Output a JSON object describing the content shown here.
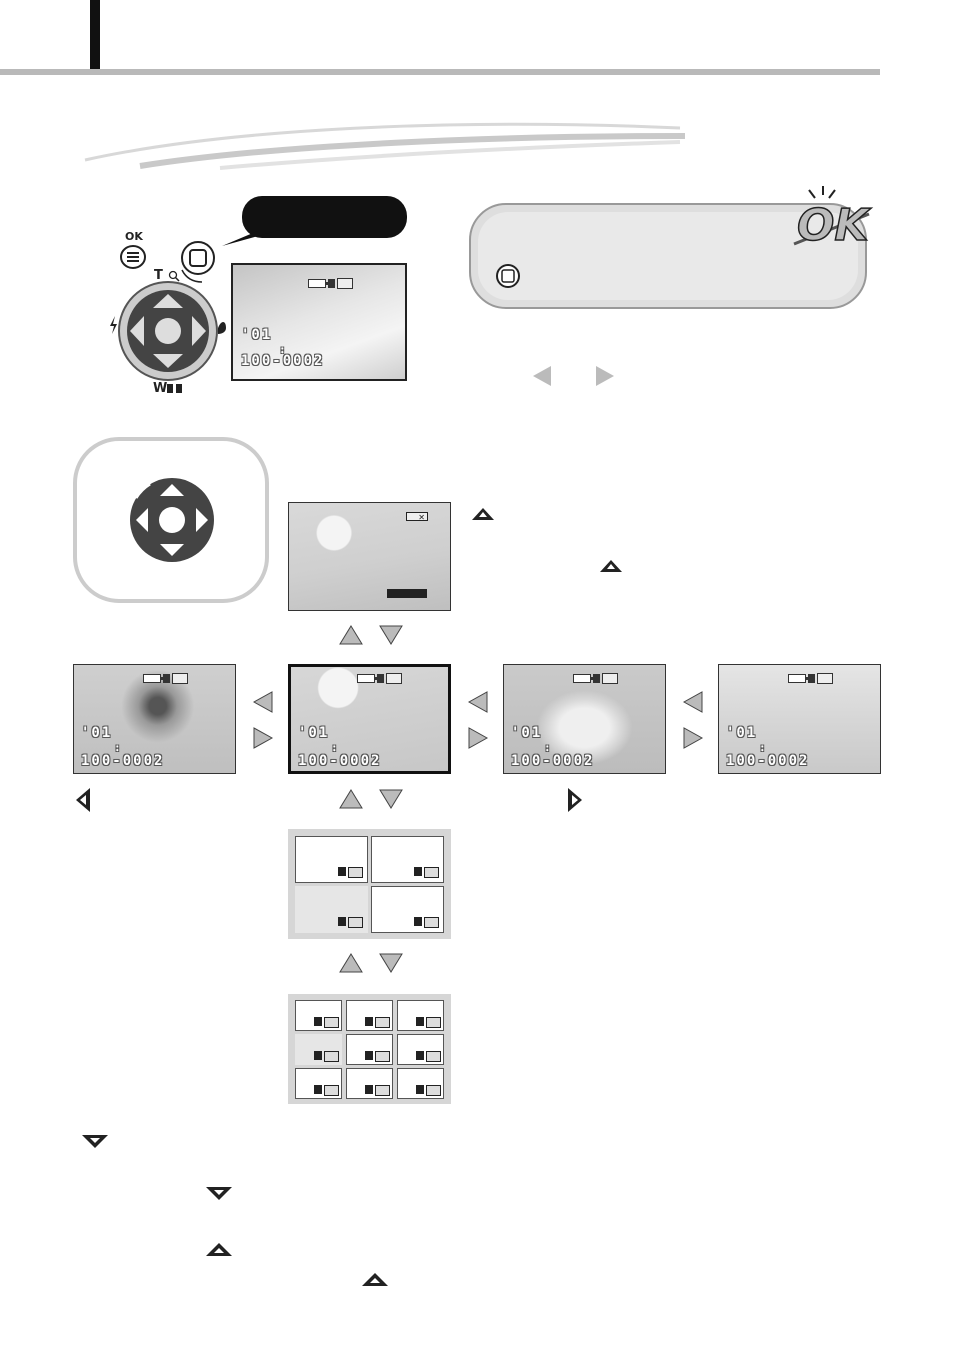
{
  "camera": {
    "ok_label": "OK",
    "tele_label": "T",
    "wide_label": "W"
  },
  "playback": {
    "date": "'01",
    "frame": "100-0002",
    "colon": ":"
  },
  "colors": {
    "accent_gray": "#b9b9b9",
    "dark": "#111111"
  },
  "icons": {
    "header": "header-bar",
    "ok": "ok-stamp-icon",
    "pad": "four-way-pad-icon"
  }
}
